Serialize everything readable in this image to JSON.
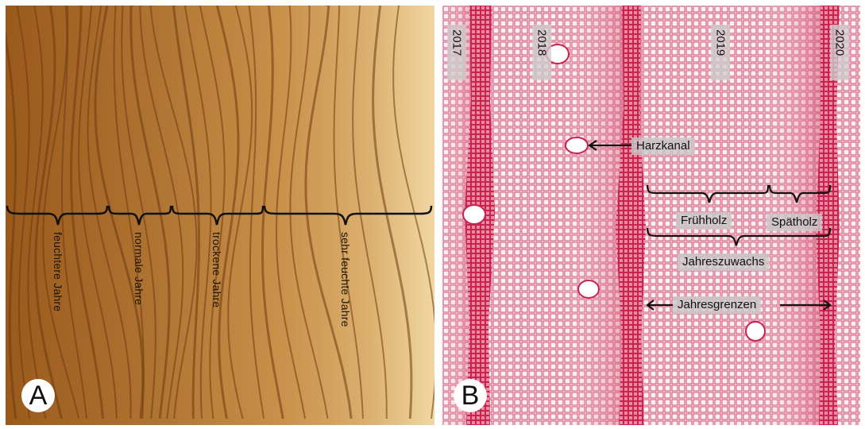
{
  "panel_a": {
    "letter": "A",
    "labels": [
      "feuchtere Jahre",
      "normale Jahre",
      "trockene Jahre",
      "sehr feuchte Jahre"
    ],
    "colors": {
      "wood_dark": "#9a5a1c",
      "wood_light": "#f0d7a3",
      "ring": "#6b3a10"
    }
  },
  "panel_b": {
    "letter": "B",
    "years": [
      "2017",
      "2018",
      "2019",
      "2020"
    ],
    "annotations": {
      "harzkanal": "Harzkanal",
      "fruehholz": "Frühholz",
      "spaetholz": "Spätholz",
      "jahreszuwachs": "Jahreszuwachs",
      "jahresgrenzen": "Jahresgrenzen"
    },
    "colors": {
      "latewood": "#c8234f",
      "earlywood": "#f4dfe4",
      "cell_wall": "#d54f74"
    }
  }
}
